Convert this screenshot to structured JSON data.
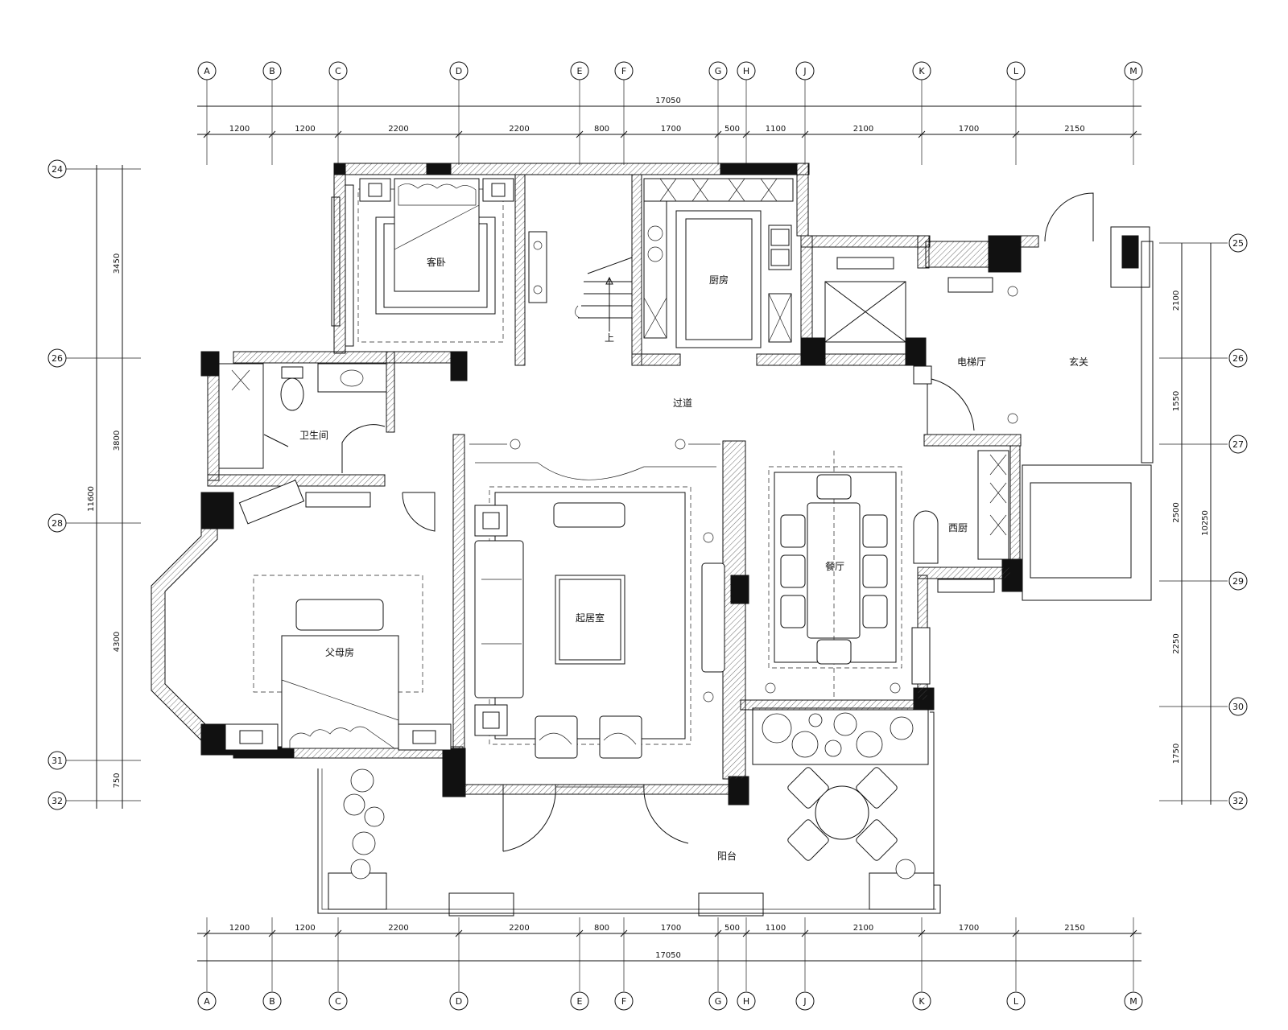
{
  "plan": {
    "top_overall": "17050",
    "bottom_overall": "17050",
    "left_overall": "11600",
    "right_overall": "10250",
    "bubbles_x": [
      "A",
      "B",
      "C",
      "D",
      "E",
      "F",
      "G",
      "H",
      "J",
      "K",
      "L",
      "M"
    ],
    "bubbles_y_left": [
      "24",
      "26",
      "28",
      "31",
      "32"
    ],
    "bubbles_y_right": [
      "25",
      "26",
      "27",
      "29",
      "30",
      "32"
    ],
    "dims_top": [
      "1200",
      "1200",
      "2200",
      "2200",
      "800",
      "1700",
      "500",
      "1100",
      "2100",
      "1700",
      "2150"
    ],
    "dims_bottom": [
      "1200",
      "1200",
      "2200",
      "2200",
      "800",
      "1700",
      "500",
      "1100",
      "2100",
      "1700",
      "2150"
    ],
    "dims_left": [
      "3450",
      "3800",
      "4300",
      "750"
    ],
    "dims_right": [
      "2100",
      "1550",
      "2500",
      "2250",
      "1750"
    ],
    "rooms": {
      "guest_bedroom": "客卧",
      "kitchen": "厨房",
      "elevator_hall": "电梯厅",
      "entrance": "玄关",
      "corridor": "过道",
      "bathroom": "卫生间",
      "living_room": "起居室",
      "dining_room": "餐厅",
      "western_kitchen": "西厨",
      "parents_room": "父母房",
      "balcony": "阳台",
      "stair_up": "上"
    }
  }
}
